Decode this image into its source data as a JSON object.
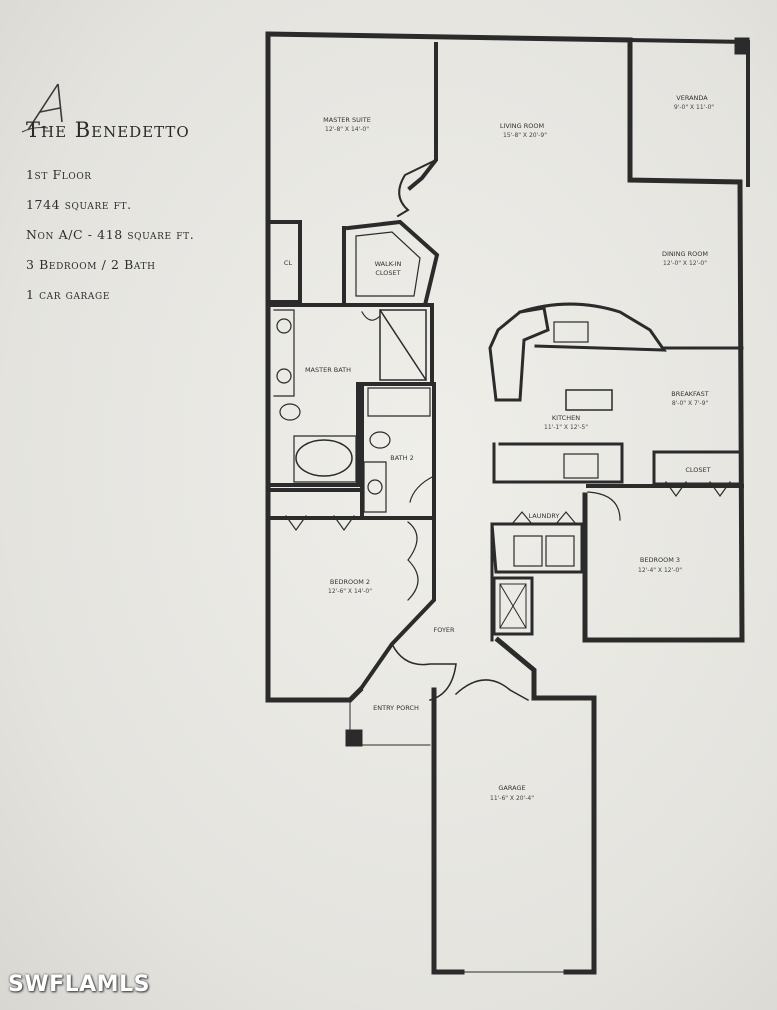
{
  "header": {
    "logo_letter": "A",
    "title": "The Benedetto",
    "specs": [
      "1st Floor",
      "1744 square ft.",
      "Non A/C - 418 square ft.",
      "3 Bedroom / 2 Bath",
      "1 car garage"
    ]
  },
  "rooms": {
    "master_suite": {
      "name": "MASTER SUITE",
      "dim": "12'-8\" X 14'-0\""
    },
    "living_room": {
      "name": "LIVING ROOM",
      "dim": "15'-8\" X 20'-9\""
    },
    "veranda": {
      "name": "VERANDA",
      "dim": "9'-0\" X 11'-0\""
    },
    "walk_in_closet": {
      "name": "WALK-IN",
      "name2": "CLOSET"
    },
    "closet_small": {
      "name": "CL"
    },
    "dining_room": {
      "name": "DINING ROOM",
      "dim": "12'-0\" X 12'-0\""
    },
    "master_bath": {
      "name": "MASTER BATH"
    },
    "kitchen": {
      "name": "KITCHEN",
      "dim": "11'-1\" X 12'-5\""
    },
    "breakfast": {
      "name": "BREAKFAST",
      "dim": "8'-0\" X 7'-9\""
    },
    "bath_2": {
      "name": "BATH 2"
    },
    "closet": {
      "name": "CLOSET"
    },
    "laundry": {
      "name": "LAUNDRY"
    },
    "bedroom_2": {
      "name": "BEDROOM 2",
      "dim": "12'-6\" X 14'-0\""
    },
    "bedroom_3": {
      "name": "BEDROOM 3",
      "dim": "12'-4\" X 12'-0\""
    },
    "foyer": {
      "name": "FOYER"
    },
    "entry_porch": {
      "name": "ENTRY PORCH"
    },
    "garage": {
      "name": "GARAGE",
      "dim": "11'-6\" X 20'-4\""
    }
  },
  "watermark": "SWFLAMLS"
}
